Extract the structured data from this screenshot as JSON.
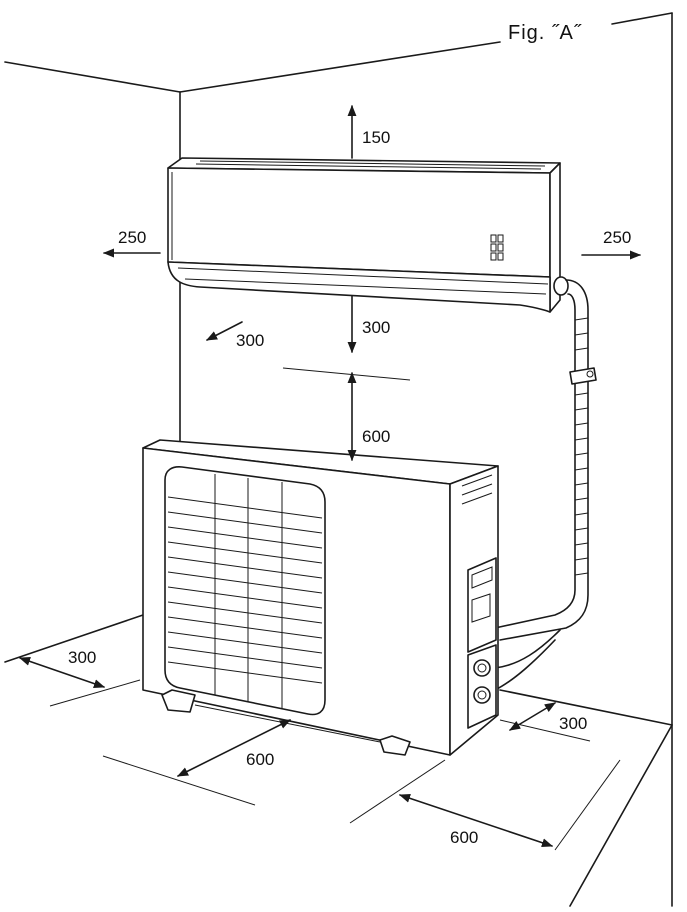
{
  "figure": {
    "label": "Fig. ˝A˝"
  },
  "clearances": {
    "indoor_top": "150",
    "indoor_left": "250",
    "indoor_right": "250",
    "indoor_front": "300",
    "indoor_bottom": "300",
    "between_units": "600",
    "outdoor_left_side": "300",
    "outdoor_front": "600",
    "outdoor_rear": "300",
    "outdoor_right_side": "600"
  }
}
